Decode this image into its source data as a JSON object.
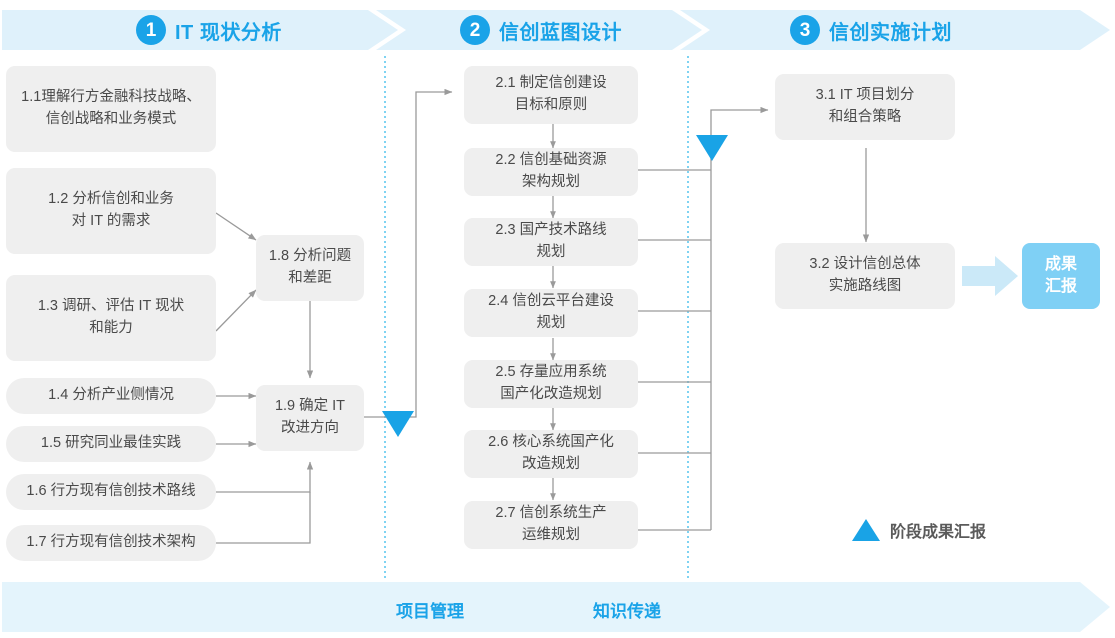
{
  "phases": [
    {
      "num": "1",
      "title": "IT 现状分析"
    },
    {
      "num": "2",
      "title": "信创蓝图设计"
    },
    {
      "num": "3",
      "title": "信创实施计划"
    }
  ],
  "nodes": {
    "n11": "1.1 理解行方金融科技战略、信创战略和业务模式",
    "n11_l1": "1.1理解行方金融科技战略、",
    "n11_l2": "信创战略和业务模式",
    "n12_l1": "1.2 分析信创和业务",
    "n12_l2": "对 IT 的需求",
    "n13_l1": "1.3 调研、评估 IT 现状",
    "n13_l2": "和能力",
    "n14": "1.4 分析产业侧情况",
    "n15": "1.5 研究同业最佳实践",
    "n16": "1.6 行方现有信创技术路线",
    "n17": "1.7 行方现有信创技术架构",
    "n18_l1": "1.8 分析问题",
    "n18_l2": "和差距",
    "n19_l1": "1.9 确定 IT",
    "n19_l2": "改进方向",
    "n21_l1": "2.1 制定信创建设",
    "n21_l2": "目标和原则",
    "n22_l1": "2.2 信创基础资源",
    "n22_l2": "架构规划",
    "n23_l1": "2.3 国产技术路线",
    "n23_l2": "规划",
    "n24_l1": "2.4 信创云平台建设",
    "n24_l2": "规划",
    "n25_l1": "2.5 存量应用系统",
    "n25_l2": "国产化改造规划",
    "n26_l1": "2.6 核心系统国产化",
    "n26_l2": "改造规划",
    "n27_l1": "2.7 信创系统生产",
    "n27_l2": "运维规划",
    "n31_l1": "3.1 IT 项目划分",
    "n31_l2": "和组合策略",
    "n32_l1": "3.2 设计信创总体",
    "n32_l2": "实施路线图"
  },
  "outcome": {
    "line1": "成果",
    "line2": "汇报"
  },
  "legend": {
    "label": "阶段成果汇报",
    "marker": "milestone-triangle"
  },
  "bottom_band": {
    "items": [
      {
        "label": "项目管理"
      },
      {
        "label": "知识传递"
      }
    ]
  },
  "colors": {
    "accent": "#1aa3e8",
    "banner_fill": "#dff1fb",
    "band_fill": "#e4f4fc",
    "node_fill": "#efefef",
    "node_text": "#4a4a4a",
    "outcome_fill": "#7fd0f5",
    "outcome_arrow": "#cbe9f8",
    "connector": "#9a9a9a",
    "divider": "#5ec8ef"
  }
}
